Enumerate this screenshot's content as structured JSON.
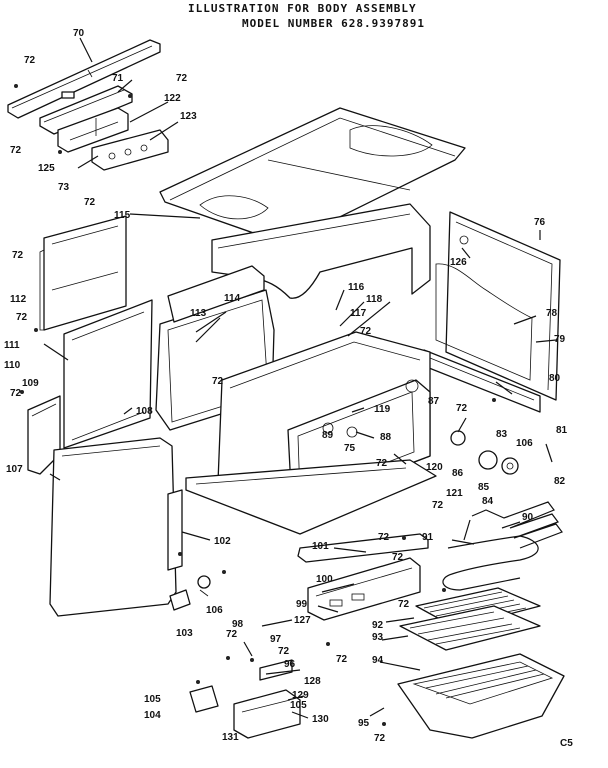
{
  "title": {
    "line1": "ILLUSTRATION FOR BODY ASSEMBLY",
    "line2": "MODEL NUMBER 628.9397891"
  },
  "footer_code": "C5",
  "parts": [
    {
      "n": "70"
    },
    {
      "n": "72"
    },
    {
      "n": "71"
    },
    {
      "n": "72"
    },
    {
      "n": "122"
    },
    {
      "n": "123"
    },
    {
      "n": "72"
    },
    {
      "n": "125"
    },
    {
      "n": "73"
    },
    {
      "n": "72"
    },
    {
      "n": "115"
    },
    {
      "n": "76"
    },
    {
      "n": "126"
    },
    {
      "n": "72"
    },
    {
      "n": "112"
    },
    {
      "n": "72"
    },
    {
      "n": "111"
    },
    {
      "n": "114"
    },
    {
      "n": "113"
    },
    {
      "n": "116"
    },
    {
      "n": "118"
    },
    {
      "n": "117"
    },
    {
      "n": "72"
    },
    {
      "n": "78"
    },
    {
      "n": "79"
    },
    {
      "n": "110"
    },
    {
      "n": "109"
    },
    {
      "n": "72"
    },
    {
      "n": "108"
    },
    {
      "n": "72"
    },
    {
      "n": "119"
    },
    {
      "n": "89"
    },
    {
      "n": "75"
    },
    {
      "n": "88"
    },
    {
      "n": "87"
    },
    {
      "n": "72"
    },
    {
      "n": "80"
    },
    {
      "n": "83"
    },
    {
      "n": "106"
    },
    {
      "n": "81"
    },
    {
      "n": "107"
    },
    {
      "n": "72"
    },
    {
      "n": "120"
    },
    {
      "n": "86"
    },
    {
      "n": "85"
    },
    {
      "n": "84"
    },
    {
      "n": "82"
    },
    {
      "n": "121"
    },
    {
      "n": "72"
    },
    {
      "n": "102"
    },
    {
      "n": "101"
    },
    {
      "n": "72"
    },
    {
      "n": "90"
    },
    {
      "n": "91"
    },
    {
      "n": "72"
    },
    {
      "n": "100"
    },
    {
      "n": "106"
    },
    {
      "n": "103"
    },
    {
      "n": "99"
    },
    {
      "n": "72"
    },
    {
      "n": "92"
    },
    {
      "n": "93"
    },
    {
      "n": "127"
    },
    {
      "n": "98"
    },
    {
      "n": "72"
    },
    {
      "n": "97"
    },
    {
      "n": "72"
    },
    {
      "n": "96"
    },
    {
      "n": "72"
    },
    {
      "n": "94"
    },
    {
      "n": "128"
    },
    {
      "n": "105"
    },
    {
      "n": "129"
    },
    {
      "n": "104"
    },
    {
      "n": "105"
    },
    {
      "n": "130"
    },
    {
      "n": "95"
    },
    {
      "n": "131"
    },
    {
      "n": "72"
    }
  ]
}
